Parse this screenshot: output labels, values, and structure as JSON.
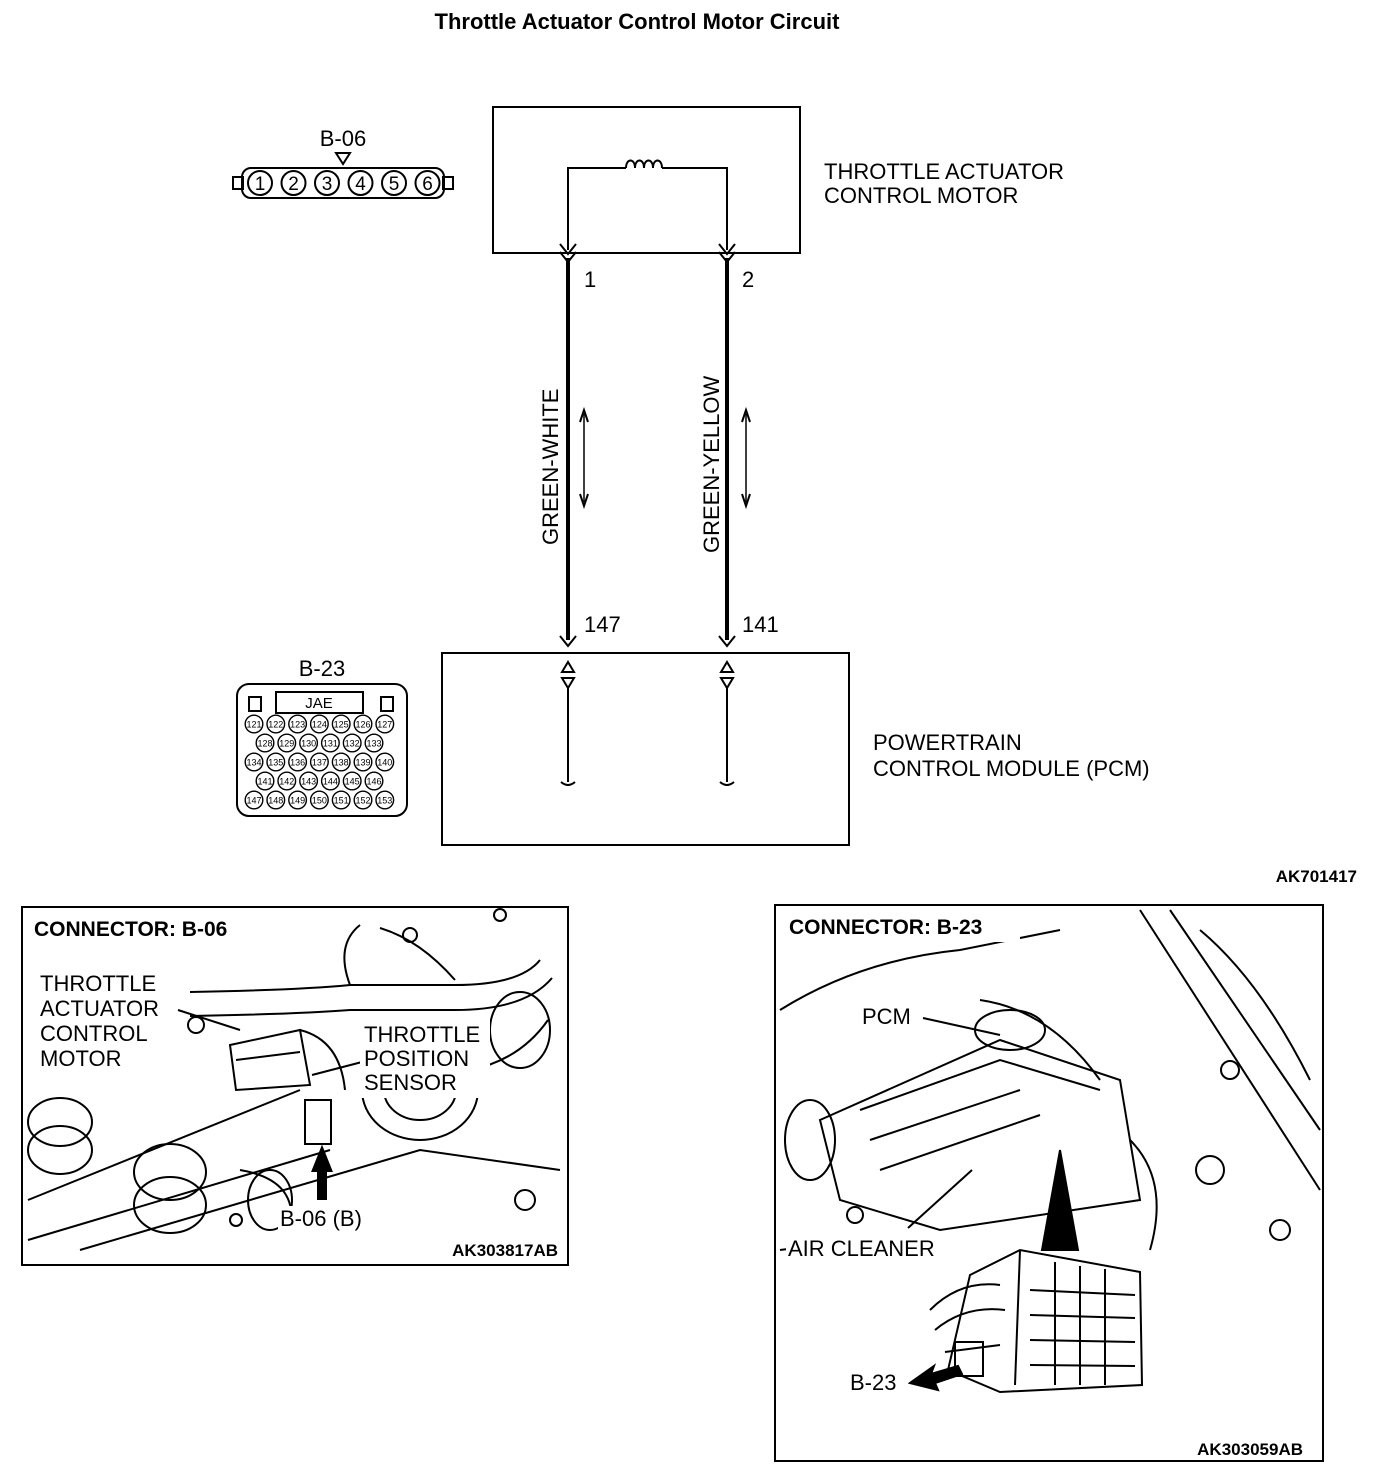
{
  "title": "Throttle Actuator Control Motor Circuit",
  "connector_b06": {
    "label": "B-06",
    "pins": [
      "1",
      "2",
      "3",
      "4",
      "5",
      "6"
    ]
  },
  "motor": {
    "name_line1": "THROTTLE ACTUATOR",
    "name_line2": "CONTROL MOTOR",
    "pin_left": "1",
    "pin_right": "2"
  },
  "wires": {
    "left_color": "GREEN-WHITE",
    "right_color": "GREEN-YELLOW"
  },
  "pcm": {
    "name_line1": "POWERTRAIN",
    "name_line2": "CONTROL MODULE (PCM)",
    "pin_left": "147",
    "pin_right": "141"
  },
  "connector_b23": {
    "label": "B-23",
    "tag": "JAE",
    "rows": [
      [
        "121",
        "122",
        "123",
        "124",
        "125",
        "126",
        "127"
      ],
      [
        "128",
        "129",
        "130",
        "131",
        "132",
        "133"
      ],
      [
        "134",
        "135",
        "136",
        "137",
        "138",
        "139",
        "140"
      ],
      [
        "141",
        "142",
        "143",
        "144",
        "145",
        "146"
      ],
      [
        "147",
        "148",
        "149",
        "150",
        "151",
        "152",
        "153"
      ]
    ]
  },
  "figure_code": "AK701417",
  "photo_left": {
    "caption": "CONNECTOR: B-06",
    "callout_motor": [
      "THROTTLE",
      "ACTUATOR",
      "CONTROL",
      "MOTOR"
    ],
    "callout_sensor": [
      "THROTTLE",
      "POSITION",
      "SENSOR"
    ],
    "callout_connector": "B-06 (B)",
    "code": "AK303817AB"
  },
  "photo_right": {
    "caption": "CONNECTOR: B-23",
    "callout_pcm": "PCM",
    "callout_air": "AIR CLEANER",
    "callout_connector": "B-23",
    "code": "AK303059AB"
  }
}
